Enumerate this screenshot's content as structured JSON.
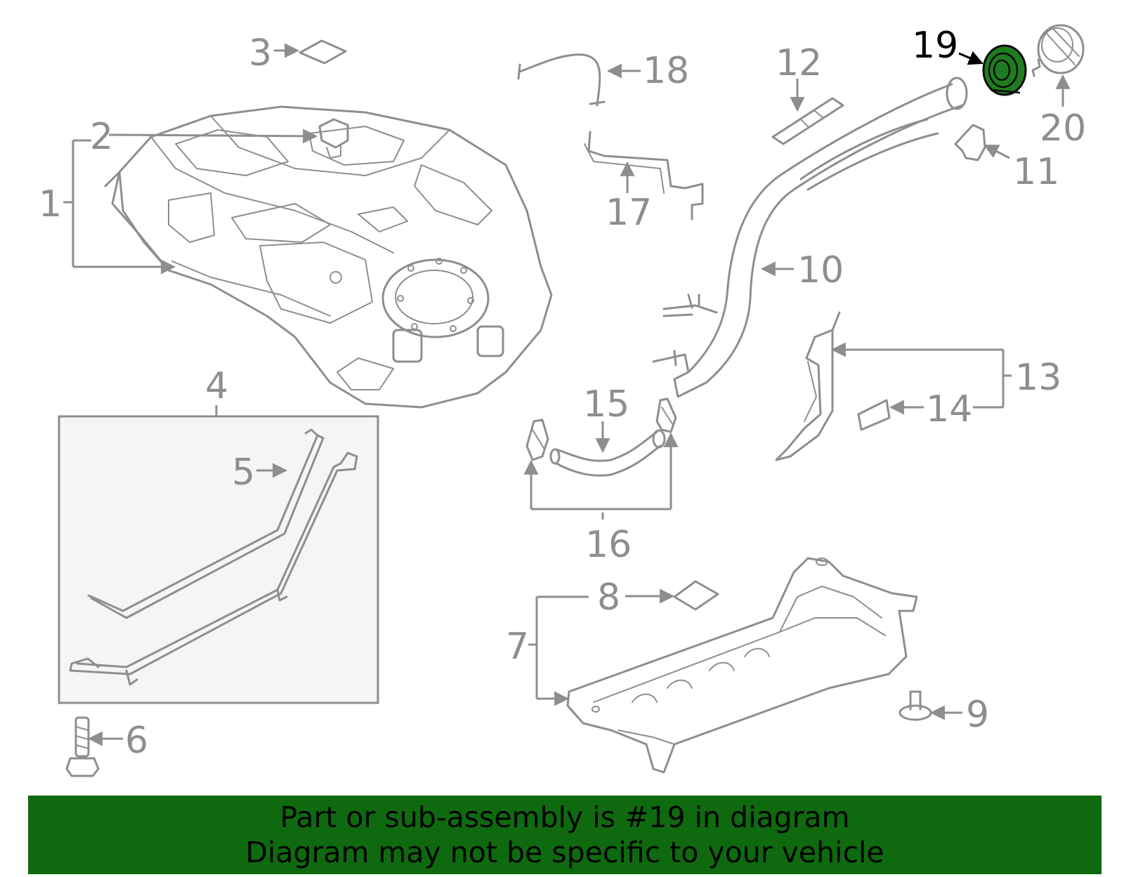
{
  "callouts": {
    "c1": "1",
    "c2": "2",
    "c3": "3",
    "c4": "4",
    "c5": "5",
    "c6": "6",
    "c7": "7",
    "c8": "8",
    "c9": "9",
    "c10": "10",
    "c11": "11",
    "c12": "12",
    "c13": "13",
    "c14": "14",
    "c15": "15",
    "c16": "16",
    "c17": "17",
    "c18": "18",
    "c19": "19",
    "c20": "20"
  },
  "highlighted_part": "19",
  "colors": {
    "line_art": "#8e8e8e",
    "highlight_fill": "#1e7d1e",
    "banner_background": "#0f6a0f",
    "inset_background": "#f5f5f5"
  },
  "banner": {
    "line1": "Part or sub-assembly is #19 in diagram",
    "line2": "Diagram may not be specific to your vehicle"
  }
}
